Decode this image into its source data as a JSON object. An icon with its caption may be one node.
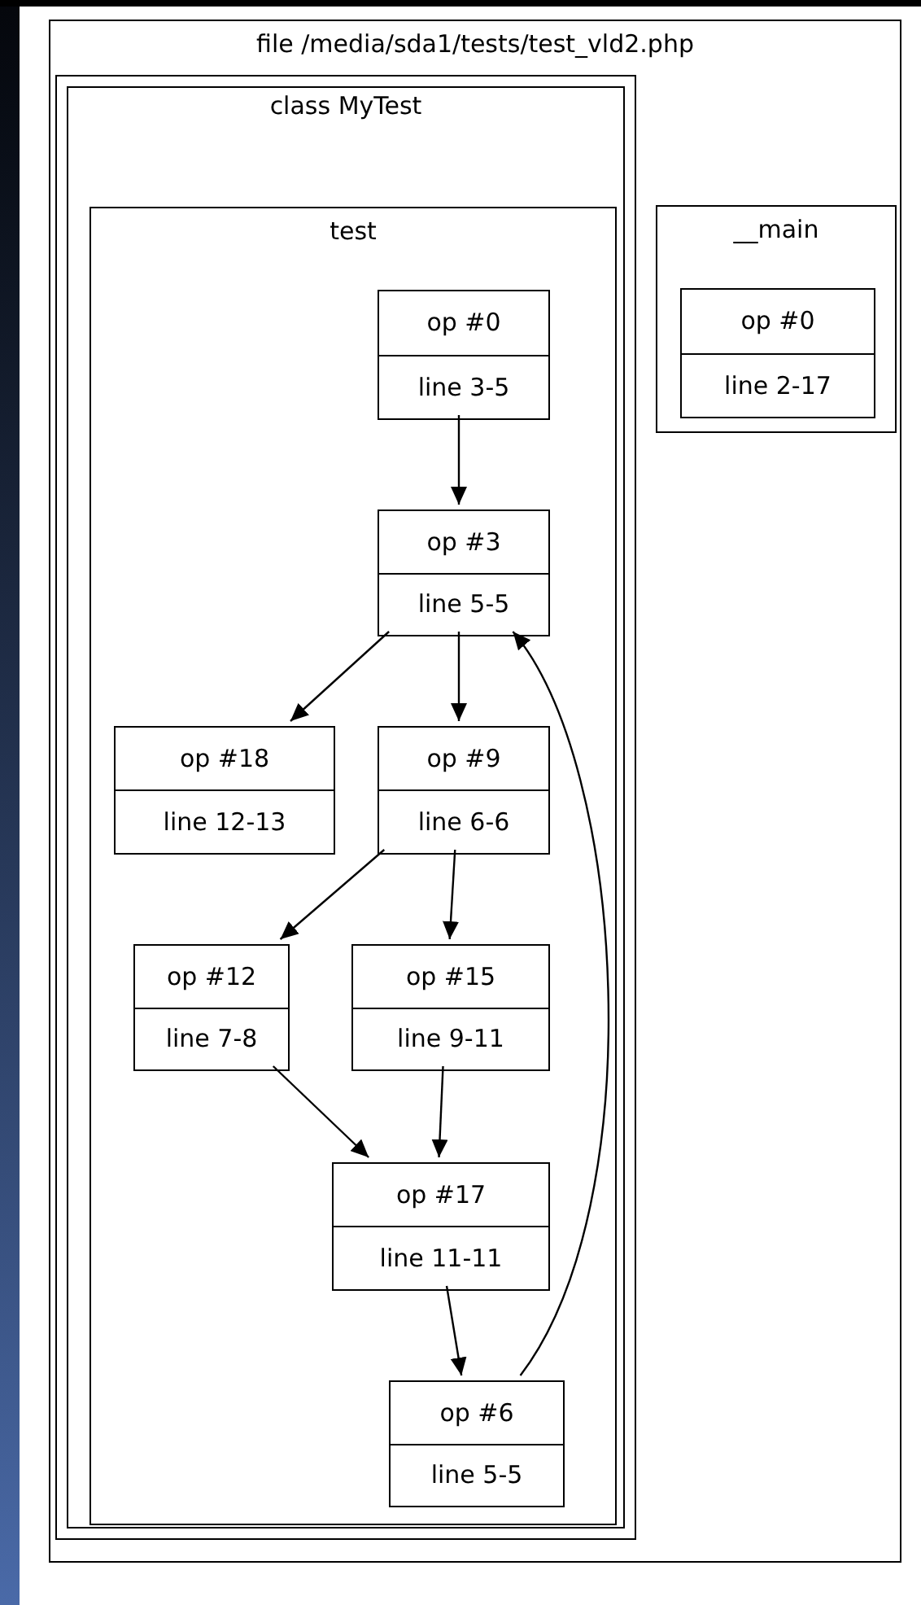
{
  "diagram": {
    "nodes": [
      {
        "text": [
          "file /media/sda1/tests/test_vld2.php"
        ]
      },
      {
        "text": [
          "class MyTest"
        ],
        "in": 0
      },
      {
        "text": [
          "test"
        ],
        "in": 1
      },
      {
        "text": [
          "op #0",
          "line 3-5"
        ],
        "in": 2
      },
      {
        "text": [
          "op #3",
          "line 5-5"
        ],
        "in": 2
      },
      {
        "text": [
          "op #18",
          "line 12-13"
        ],
        "in": 2
      },
      {
        "text": [
          "op #9",
          "line 6-6"
        ],
        "in": 2
      },
      {
        "text": [
          "op #12",
          "line 7-8"
        ],
        "in": 2
      },
      {
        "text": [
          "op #15",
          "line 9-11"
        ],
        "in": 2
      },
      {
        "text": [
          "op #17",
          "line 11-11"
        ],
        "in": 2
      },
      {
        "text": [
          "op #6",
          "line 5-5"
        ],
        "in": 2
      },
      {
        "text": [
          "__main"
        ],
        "in": 0
      },
      {
        "text": [
          "op #0",
          "line 2-17"
        ],
        "in": 11
      }
    ],
    "edges": [
      {
        "from": 3,
        "to": 4,
        "arrow": "to"
      },
      {
        "from": 4,
        "to": 5,
        "arrow": "to"
      },
      {
        "from": 4,
        "to": 6,
        "arrow": "to"
      },
      {
        "from": 6,
        "to": 7,
        "arrow": "to"
      },
      {
        "from": 6,
        "to": 8,
        "arrow": "to"
      },
      {
        "from": 7,
        "to": 9,
        "arrow": "to"
      },
      {
        "from": 8,
        "to": 9,
        "arrow": "to"
      },
      {
        "from": 9,
        "to": 10,
        "arrow": "to"
      },
      {
        "from": 10,
        "to": 4,
        "arrow": "to"
      }
    ]
  }
}
